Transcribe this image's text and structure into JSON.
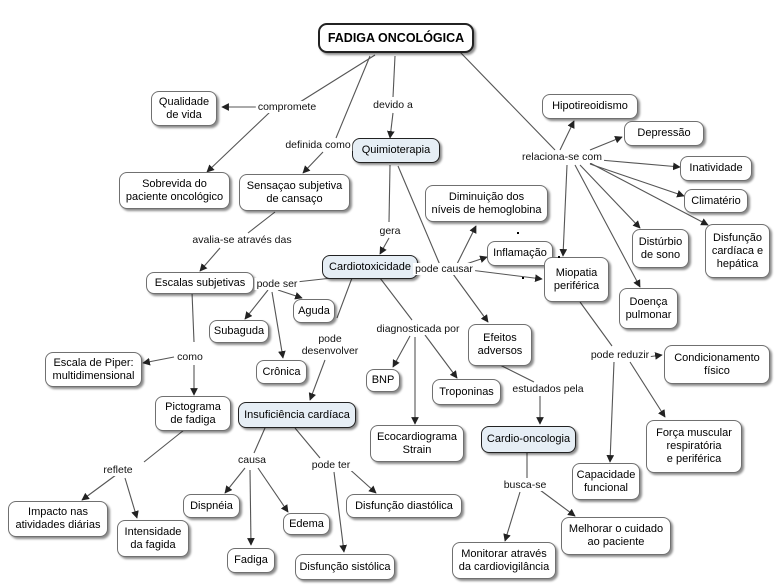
{
  "nodes": {
    "title": "FADIGA ONCOLÓGICA",
    "qualidade": "Qualidade\nde vida",
    "sobrevida": "Sobrevida do\npaciente oncológico",
    "sensacao": "Sensaçao subjetiva\nde cansaço",
    "quimioterapia": "Quimioterapia",
    "escalas": "Escalas subjetivas",
    "cardiotox": "Cardiotoxicidade",
    "subaguda": "Subaguda",
    "aguda": "Aguda",
    "cronica": "Crônica",
    "piper": "Escala de Piper:\nmultidimensional",
    "pictograma": "Pictograma\nde fadiga",
    "insuficiencia": "Insuficiência cardíaca",
    "impacto": "Impacto nas\natividades diárias",
    "intensidade": "Intensidade\nda fagida",
    "dispneia": "Dispnéia",
    "edema": "Edema",
    "fadiga": "Fadiga",
    "sistolica": "Disfunção sistólica",
    "diastolica": "Disfunção diastólica",
    "bnp": "BNP",
    "troponinas": "Troponinas",
    "eco": "Ecocardiograma\nStrain",
    "diminuicao": "Diminuição dos\nníveis de hemoglobina",
    "inflamacao": "Inflamação",
    "efeitos": "Efeitos\nadversos",
    "cardioonc": "Cardio-oncologia",
    "monitorar": "Monitorar através\nda cardiovigilância",
    "melhorar": "Melhorar o cuidado\nao paciente",
    "capacidade": "Capacidade\nfuncional",
    "forca": "Força muscular\nrespiratória\ne periférica",
    "condicionamento": "Condicionamento\nfísico",
    "miopatia": "Miopatia\nperiférica",
    "doenca": "Doença\npulmonar",
    "disturbio": "Distúrbio\nde sono",
    "disfuncao_ch": "Disfunção\ncardíaca e\nhepática",
    "hipotireoidismo": "Hipotireoidismo",
    "depressao": "Depressão",
    "inatividade": "Inatividade",
    "climaterio": "Climatério"
  },
  "links": {
    "compromete": "compromete",
    "devido": "devido a",
    "definida": "definida como",
    "relaciona": "relaciona-se com",
    "avalia": "avalia-se através das",
    "gera": "gera",
    "podeser": "pode ser",
    "como": "como",
    "pode_desenvolver": "pode\ndesenvolver",
    "diagnosticada": "diagnosticada por",
    "pode_causar": "pode causar",
    "reflete": "reflete",
    "causa": "causa",
    "pode_ter": "pode ter",
    "estudados": "estudados pela",
    "busca": "busca-se",
    "pode_reduzir": "pode reduzir"
  },
  "colors": {
    "edge": "#555555",
    "highlight": "#e6eef5"
  }
}
